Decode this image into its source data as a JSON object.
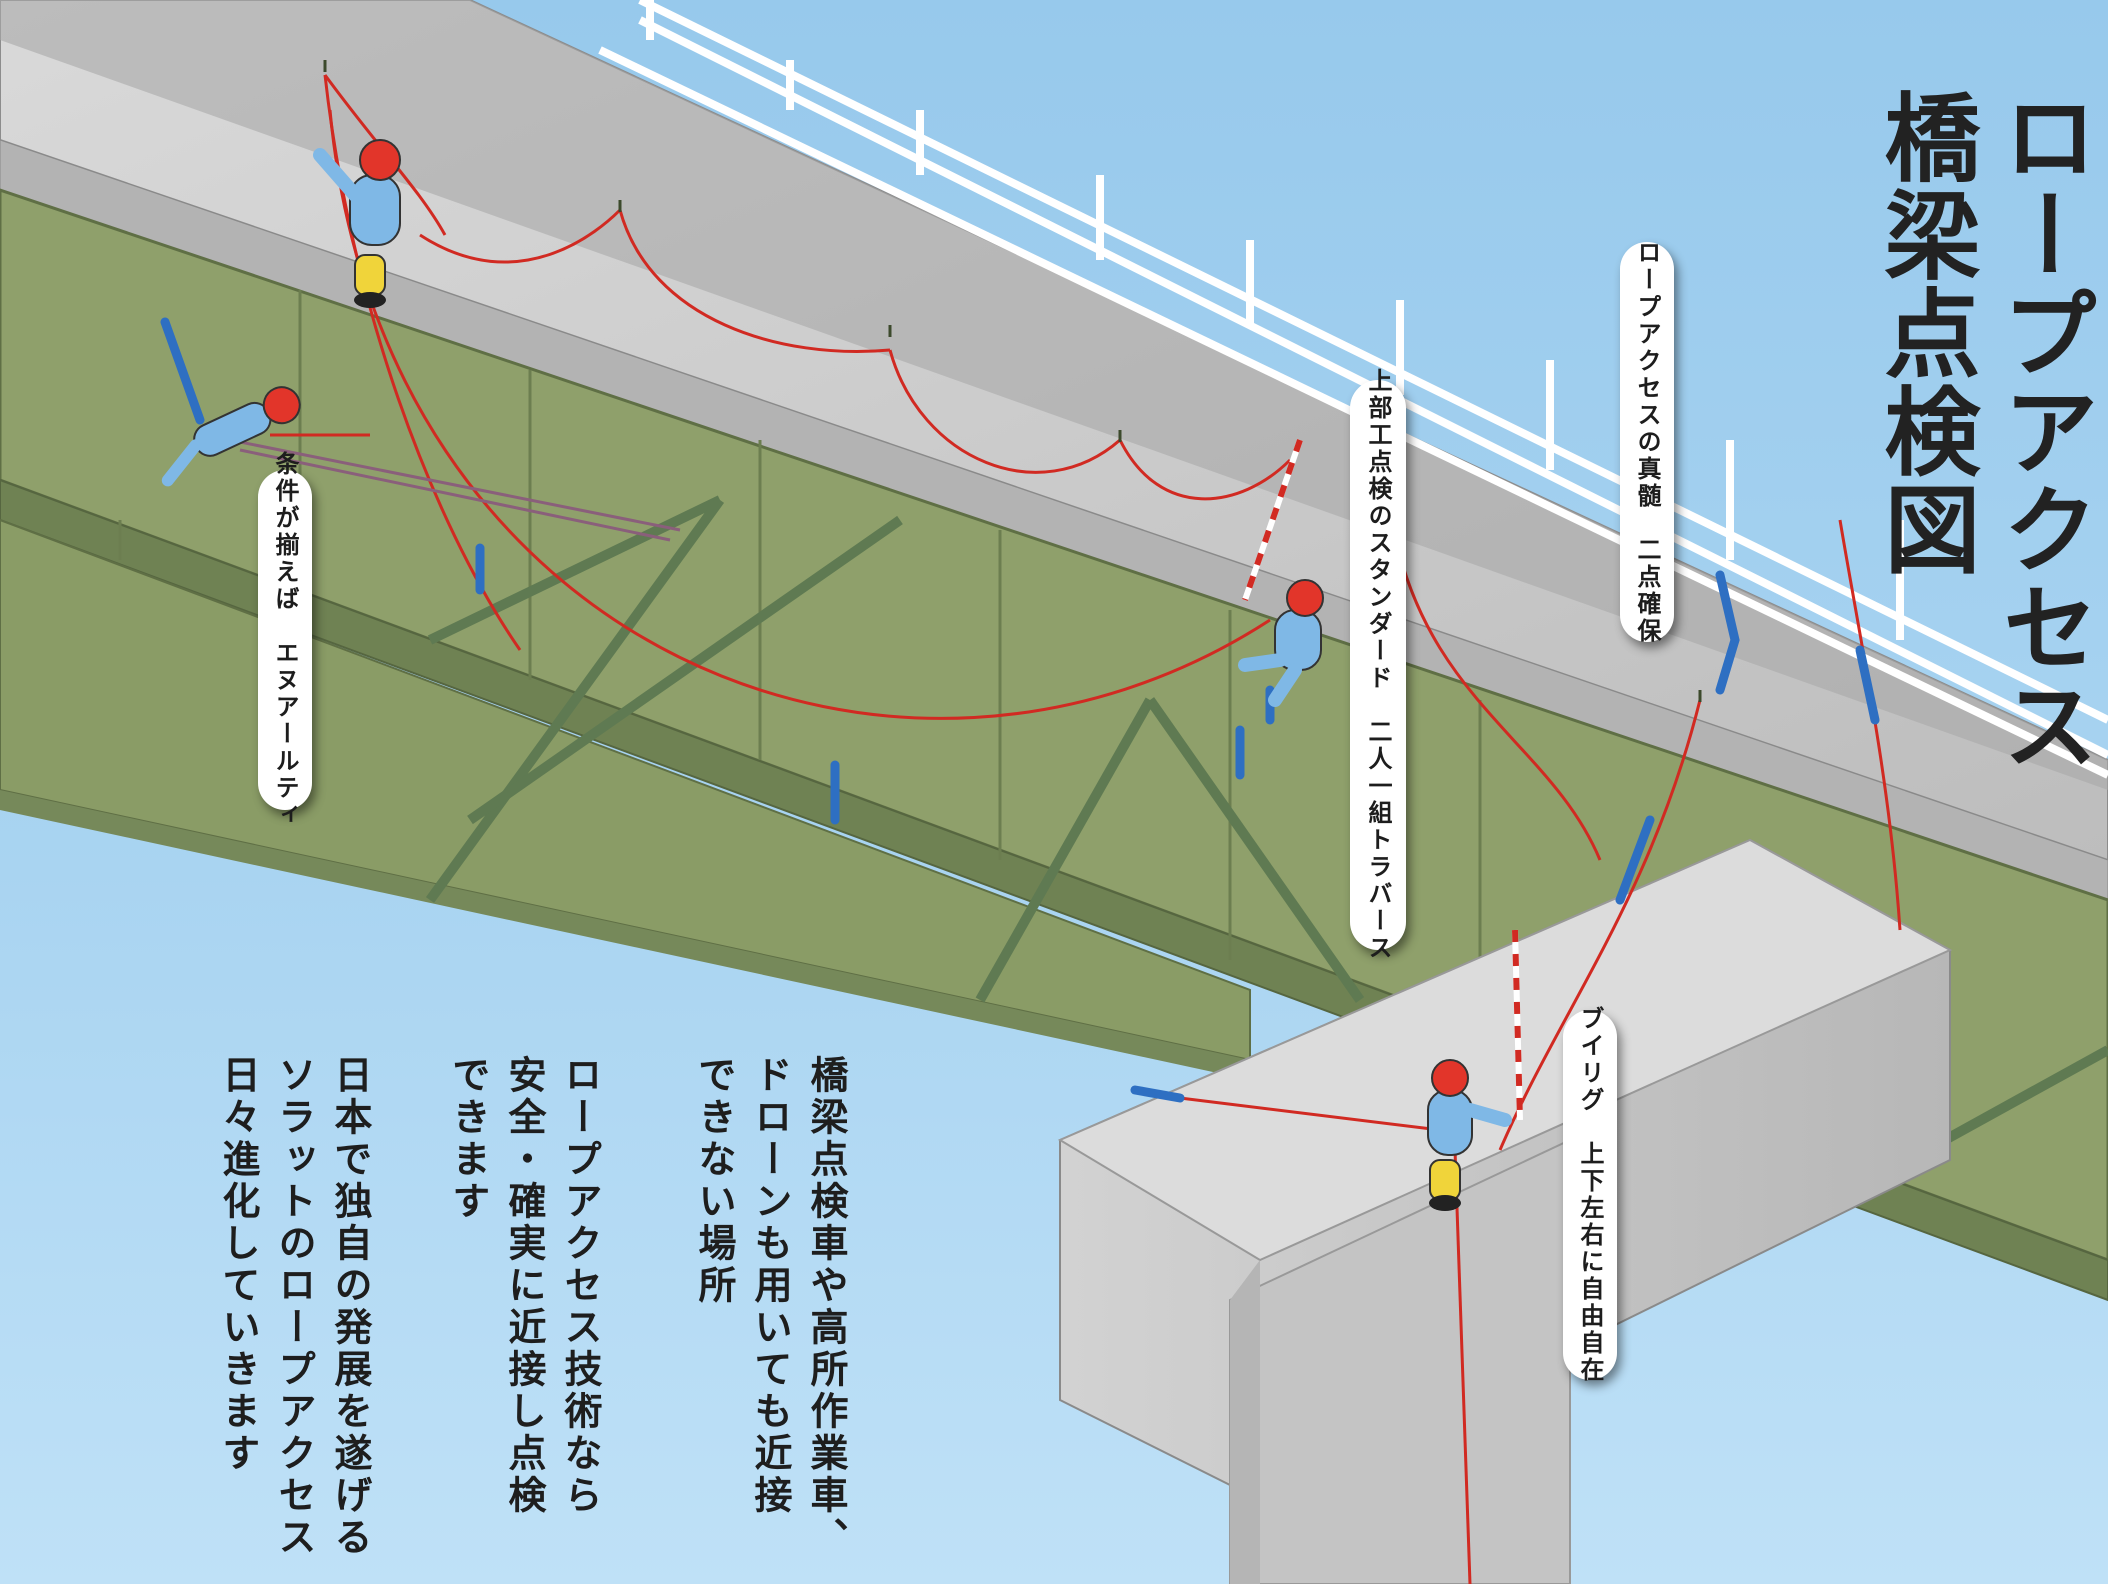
{
  "title": "ロープアクセス\n橋梁点検図",
  "labels": {
    "core": "ロープアクセスの真髄　二点確保",
    "standard": "上部工点検のスタンダード　二人一組トラバース",
    "condition": "条件が揃えば　エヌアールティ",
    "biilig": "ブイリグ　上下左右に自由自在"
  },
  "paragraphs": {
    "p1": "橋梁点検車や高所作業車、\nドローンも用いても近接\nできない場所",
    "p2": "ロープアクセス技術なら\n安全・確実に近接し点検\nできます",
    "p3": "日本で独自の発展を遂げる\nソラットのロープアクセス\n日々進化していきます"
  },
  "colors": {
    "sky": "#a9d4f1",
    "girder": "#8fa06b",
    "girder_dark": "#6f8253",
    "concrete": "#c9c9c9",
    "rope": "#d12a22",
    "suit": "#7fb8e6",
    "helmet": "#e2352a"
  },
  "icons": [
    "worker-figure",
    "rope",
    "measuring-pole",
    "blue-sling",
    "anchor-hook"
  ]
}
